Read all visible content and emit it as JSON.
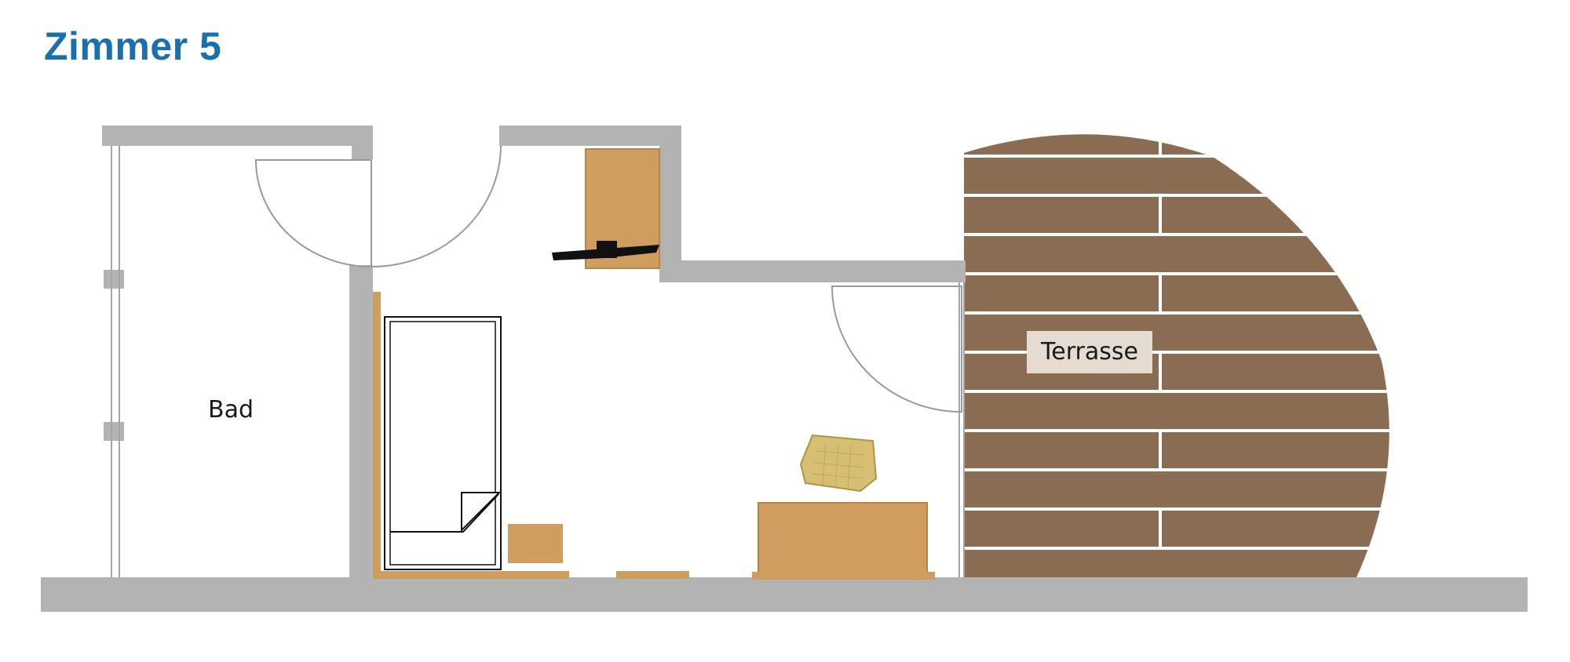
{
  "title": "Zimmer 5",
  "rooms": {
    "bad": "Bad",
    "terrasse": "Terrasse"
  },
  "colors": {
    "title": "#1a6fad",
    "wall": "#b3b3b3",
    "wood": "#8a6c52",
    "furniture": "#cf9e5f",
    "chair": "#d6be72"
  }
}
